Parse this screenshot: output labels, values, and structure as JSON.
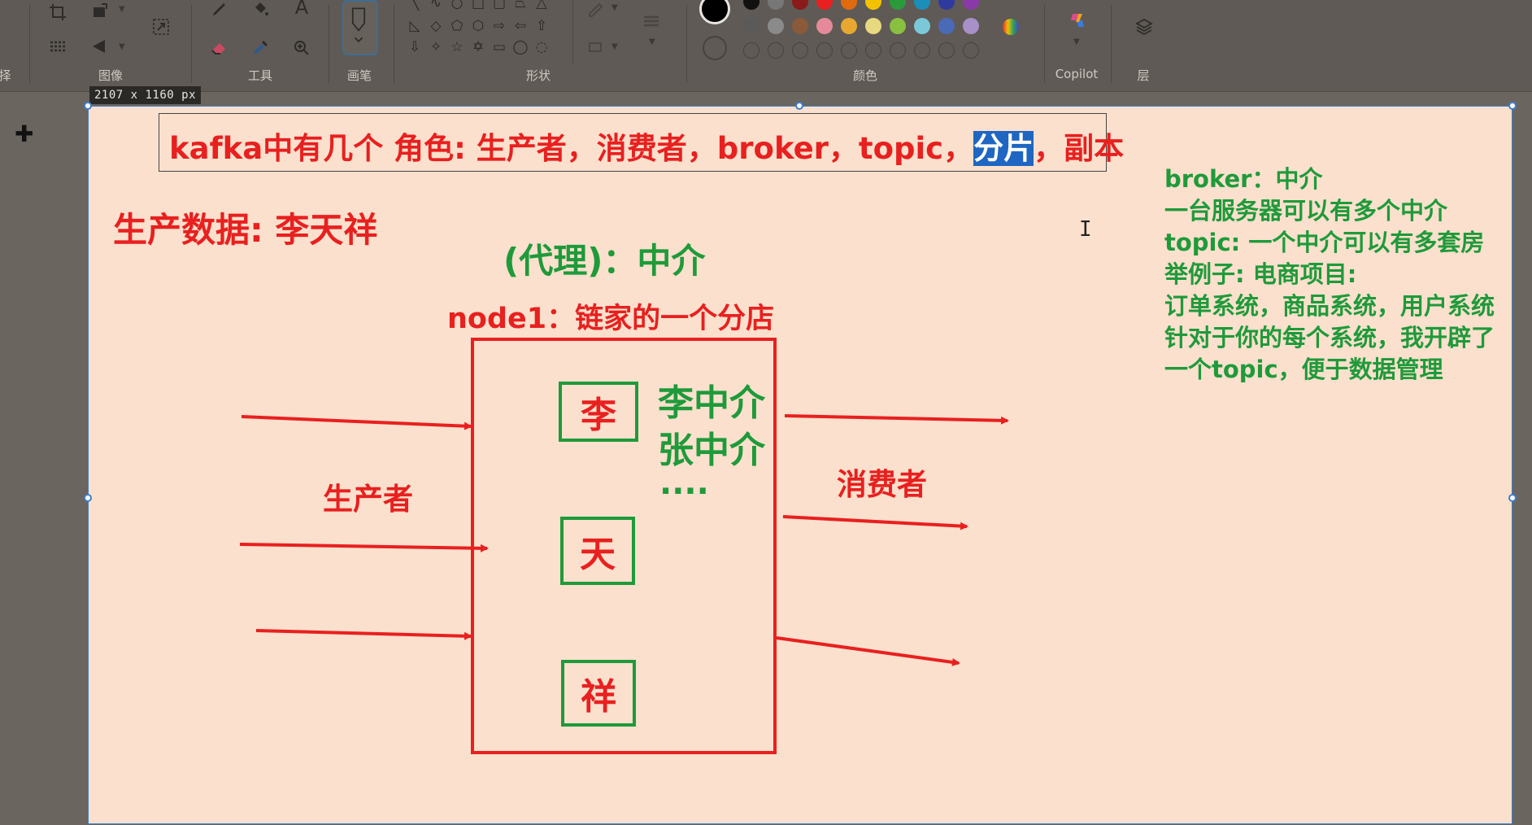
{
  "ribbon": {
    "groups": {
      "image": "图像",
      "tools": "工具",
      "brushes": "画笔",
      "shapes": "形状",
      "colors": "颜色",
      "copilot": "Copilot",
      "layers": "层",
      "select_partial": "择"
    },
    "palette_row1": [
      "#111111",
      "#777777",
      "#8b1a1a",
      "#e8201f",
      "#e06a10",
      "#f2c200",
      "#2a9a3a",
      "#1b8fb8",
      "#2f3a9e",
      "#8a3aa8"
    ],
    "palette_row2": [
      "#5a5a5a",
      "#8a8a8a",
      "#8a5a3a",
      "#e58a9a",
      "#e8a830",
      "#e8d880",
      "#8ac040",
      "#7ac8d8",
      "#4a6ab8",
      "#a890c8"
    ],
    "active_color": "#000000",
    "icons": {
      "crop": "crop-icon",
      "flip": "flip-icon",
      "resize": "resize-icon",
      "pencil": "pencil-icon",
      "fill": "fill-icon",
      "text": "text-icon",
      "eraser": "eraser-icon",
      "picker": "color-picker-icon",
      "zoom": "zoom-icon",
      "brush": "brush-icon",
      "copilot": "copilot-icon",
      "layers": "layers-icon"
    }
  },
  "canvas": {
    "size_label": "2107 x 1160 px",
    "title_prefix": "kafka中有几个 角色: 生产者，消费者，broker，topic，",
    "title_highlight": "分片",
    "title_suffix": "，副本",
    "produce_data": "生产数据: 李天祥",
    "proxy_label": "(代理)：中介",
    "node_label": "node1：链家的一个分店",
    "producer_label": "生产者",
    "consumer_label": "消费者",
    "box_li": "李",
    "box_tian": "天",
    "box_xiang": "祥",
    "agent_li": "李中介",
    "agent_zhang": "张中介",
    "agent_more": "....",
    "notes": [
      "broker：中介",
      "一台服务器可以有多个中介",
      "topic: 一个中介可以有多套房",
      "举例子: 电商项目:",
      "订单系统，商品系统，用户系统",
      "针对于你的每个系统，我开辟了",
      "一个topic，便于数据管理"
    ]
  }
}
